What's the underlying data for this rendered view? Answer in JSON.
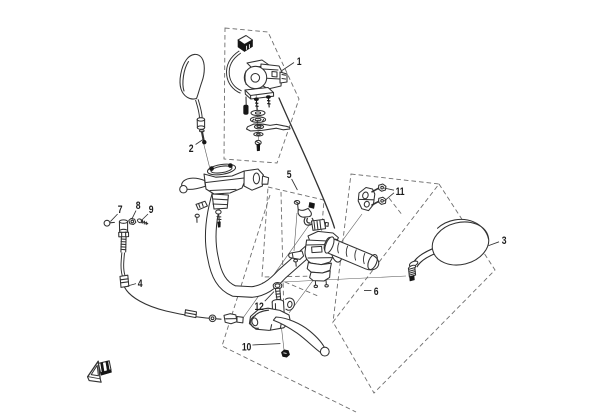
{
  "styles": {
    "background": "#ffffff",
    "line_color": "#323232",
    "dash_color": "#6e6e6e",
    "label_color": "#1d1d1d"
  },
  "callouts": [
    {
      "id": "1",
      "label": "1"
    },
    {
      "id": "2",
      "label": "2"
    },
    {
      "id": "3",
      "label": "3"
    },
    {
      "id": "4",
      "label": "4"
    },
    {
      "id": "5",
      "label": "5"
    },
    {
      "id": "6",
      "label": "6"
    },
    {
      "id": "7",
      "label": "7"
    },
    {
      "id": "8",
      "label": "8"
    },
    {
      "id": "9",
      "label": "9"
    },
    {
      "id": "10",
      "label": "10"
    },
    {
      "id": "11",
      "label": "11"
    },
    {
      "id": "12",
      "label": "12"
    }
  ],
  "icons": {
    "direction_arrow": "front-direction-arrow"
  }
}
